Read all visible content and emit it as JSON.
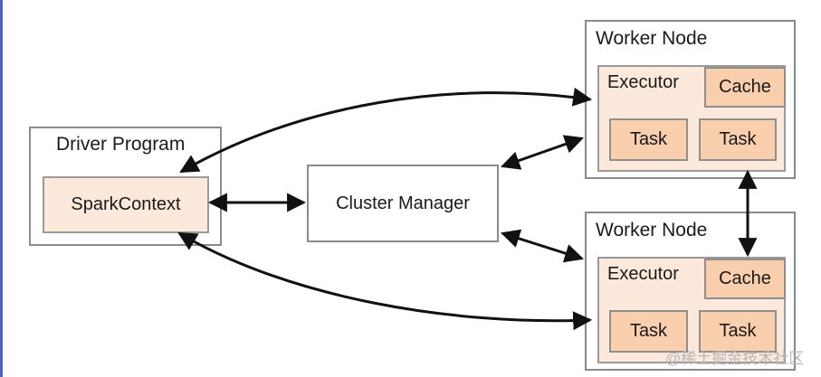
{
  "driver": {
    "title": "Driver Program",
    "context": "SparkContext"
  },
  "cluster_manager": {
    "label": "Cluster Manager"
  },
  "workers": [
    {
      "title": "Worker Node",
      "executor": "Executor",
      "cache": "Cache",
      "tasks": [
        "Task",
        "Task"
      ]
    },
    {
      "title": "Worker Node",
      "executor": "Executor",
      "cache": "Cache",
      "tasks": [
        "Task",
        "Task"
      ]
    }
  ],
  "watermark": "@稀土掘金技术社区",
  "colors": {
    "inner_fill": "#f9cfad",
    "executor_fill": "#fce9dc",
    "border": "#8a8a8a",
    "accent_rule": "#4a63c8"
  }
}
